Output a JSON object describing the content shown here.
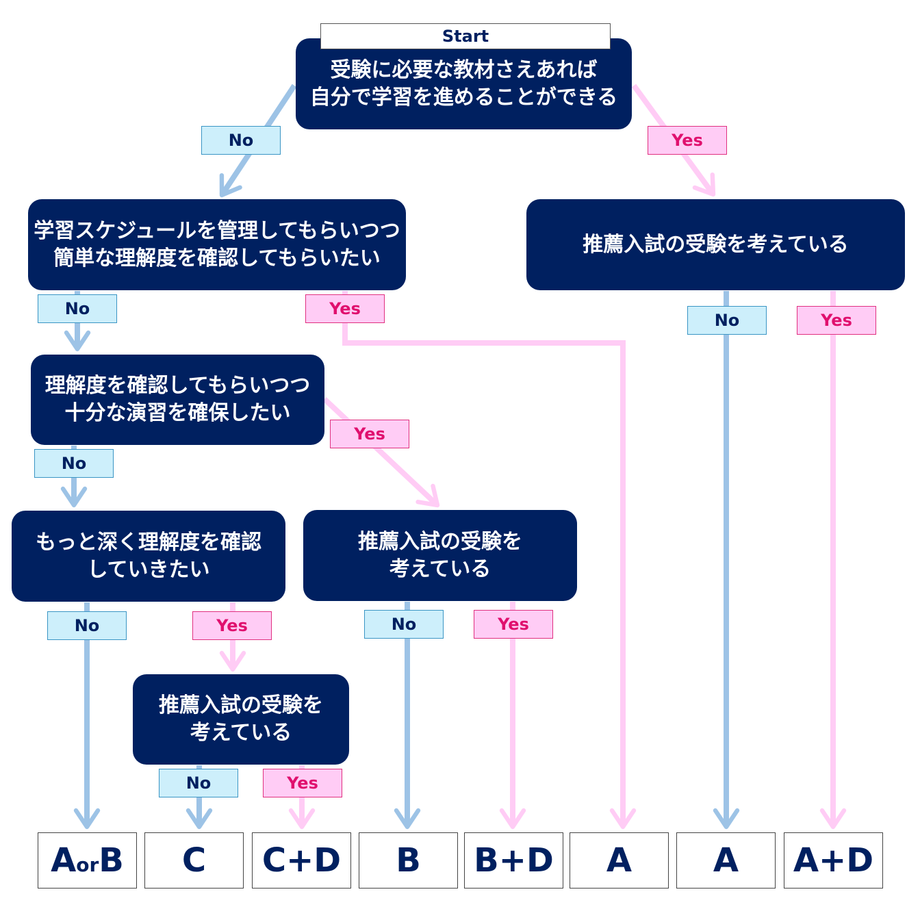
{
  "start_label": "Start",
  "nodes": {
    "q1": [
      "受験に必要な教材さえあれば",
      "自分で学習を進めることができる"
    ],
    "q2": [
      "学習スケジュールを管理してもらいつつ",
      "簡単な理解度を確認してもらいたい"
    ],
    "q3": [
      "推薦入試の受験を考えている"
    ],
    "q4": [
      "理解度を確認してもらいつつ",
      "十分な演習を確保したい"
    ],
    "q5": [
      "もっと深く理解度を確認",
      "していきたい"
    ],
    "q6": [
      "推薦入試の受験を",
      "考えている"
    ],
    "q7": [
      "推薦入試の受験を",
      "考えている"
    ]
  },
  "labels": {
    "no": "No",
    "yes": "Yes"
  },
  "results": {
    "r1_a": "A",
    "r1_or": "or",
    "r1_b": "B",
    "r2": "C",
    "r3": "C+D",
    "r4": "B",
    "r5": "B+D",
    "r6": "A",
    "r7": "A",
    "r8": "A+D"
  },
  "colors": {
    "node": "#002060",
    "no_arrow": "#9dc3e6",
    "yes_arrow": "#ffccf5"
  }
}
